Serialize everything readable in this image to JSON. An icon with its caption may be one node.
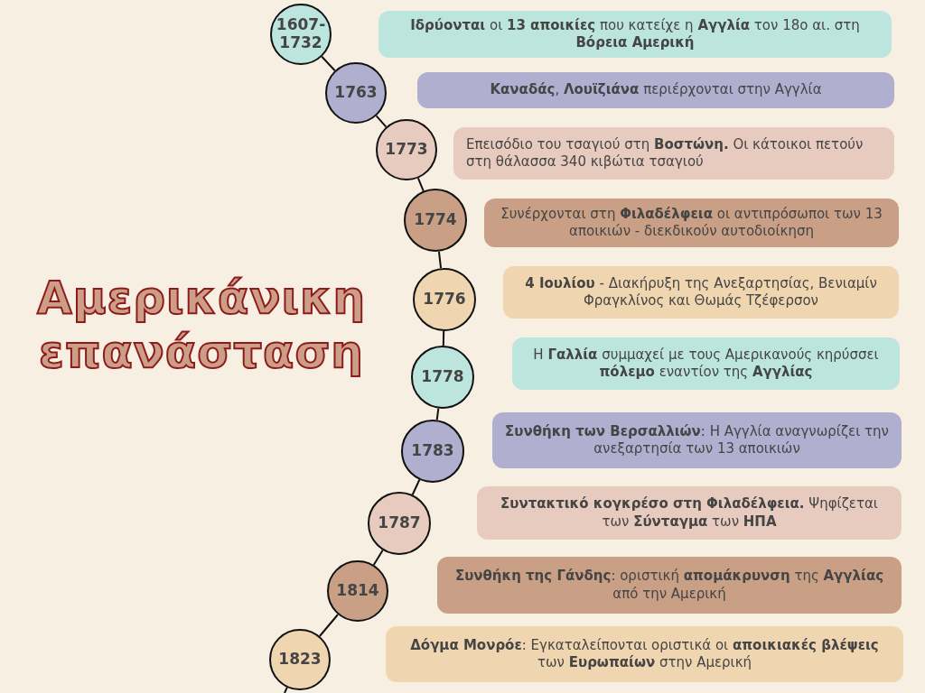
{
  "diagram": {
    "title": "Αμερικάνικη επανάσταση",
    "nodes": [
      {
        "text": [
          "1607- 1732"
        ]
      },
      {
        "text": [
          "**Ιδρύονται** οι **13 αποικίες** που κατείχε η **Αγγλία** τον 18ο αι. στη **Βόρεια Αμερική**"
        ]
      },
      {
        "text": [
          "1763"
        ]
      },
      {
        "text": [
          "**Καναδάς**, **Λουϊζιάνα** περιέρχονται στην Αγγλία"
        ]
      },
      {
        "text": [
          "1773"
        ]
      },
      {
        "text": [
          "Επεισόδιο του τσαγιού στη **Βοστώνη.** Οι κάτοικοι πετούν στη θάλασσα 340 κιβώτια τσαγιού"
        ]
      },
      {
        "text": [
          "1774"
        ]
      },
      {
        "text": [
          "Συνέρχονται στη **Φιλαδέλφεια** οι αντιπρόσωποι των 13 αποικιών - διεκδικούν αυτοδιοίκηση"
        ]
      },
      {
        "text": [
          "1776"
        ]
      },
      {
        "text": [
          "**4 Ιουλίου** - Διακήρυξη της Ανεξαρτησίας, Βενιαμίν Φραγκλίνος και Θωμάς Τζέφερσον"
        ]
      },
      {
        "text": [
          "1778"
        ]
      },
      {
        "text": [
          "Η **Γαλλία** συμμαχεί με τους Αμερικανούς κηρύσσει **πόλεμο** εναντίον της **Αγγλίας**"
        ]
      },
      {
        "text": [
          "1783"
        ]
      },
      {
        "text": [
          "**Συνθήκη των Βερσαλλιών**: Η Αγγλία αναγνωρίζει την ανεξαρτησία των 13 αποικιών"
        ]
      },
      {
        "text": [
          "1787"
        ]
      },
      {
        "text": [
          "**Συντακτικό κογκρέσο στη Φιλαδέλφεια.** Ψηφίζεται των **Σύνταγμα** των **ΗΠΑ**"
        ]
      },
      {
        "text": [
          "1814"
        ]
      },
      {
        "text": [
          "**Συνθήκη της Γάνδης**: οριστική **απομάκρυνση** της **Αγγλίας** από την Αμερική"
        ]
      },
      {
        "text": [
          "1823"
        ]
      },
      {
        "text": [
          "**Δόγμα Μονρόε**: Εγκαταλείπονται οριστικά οι **αποικιακές βλέψεις** των **Ευρωπαίων** στην Αμερική"
        ]
      }
    ],
    "edges": [
      {
        "from": 0,
        "to": 2,
        "arrow": "none"
      },
      {
        "from": 2,
        "to": 4,
        "arrow": "none"
      },
      {
        "from": 4,
        "to": 6,
        "arrow": "none"
      },
      {
        "from": 6,
        "to": 8,
        "arrow": "none"
      },
      {
        "from": 8,
        "to": 10,
        "arrow": "none"
      },
      {
        "from": 10,
        "to": 12,
        "arrow": "none"
      },
      {
        "from": 12,
        "to": 14,
        "arrow": "none"
      },
      {
        "from": 14,
        "to": 16,
        "arrow": "none"
      },
      {
        "from": 16,
        "to": 18,
        "arrow": "none"
      },
      {
        "from": 18,
        "to": null,
        "arrow": "none"
      }
    ]
  }
}
